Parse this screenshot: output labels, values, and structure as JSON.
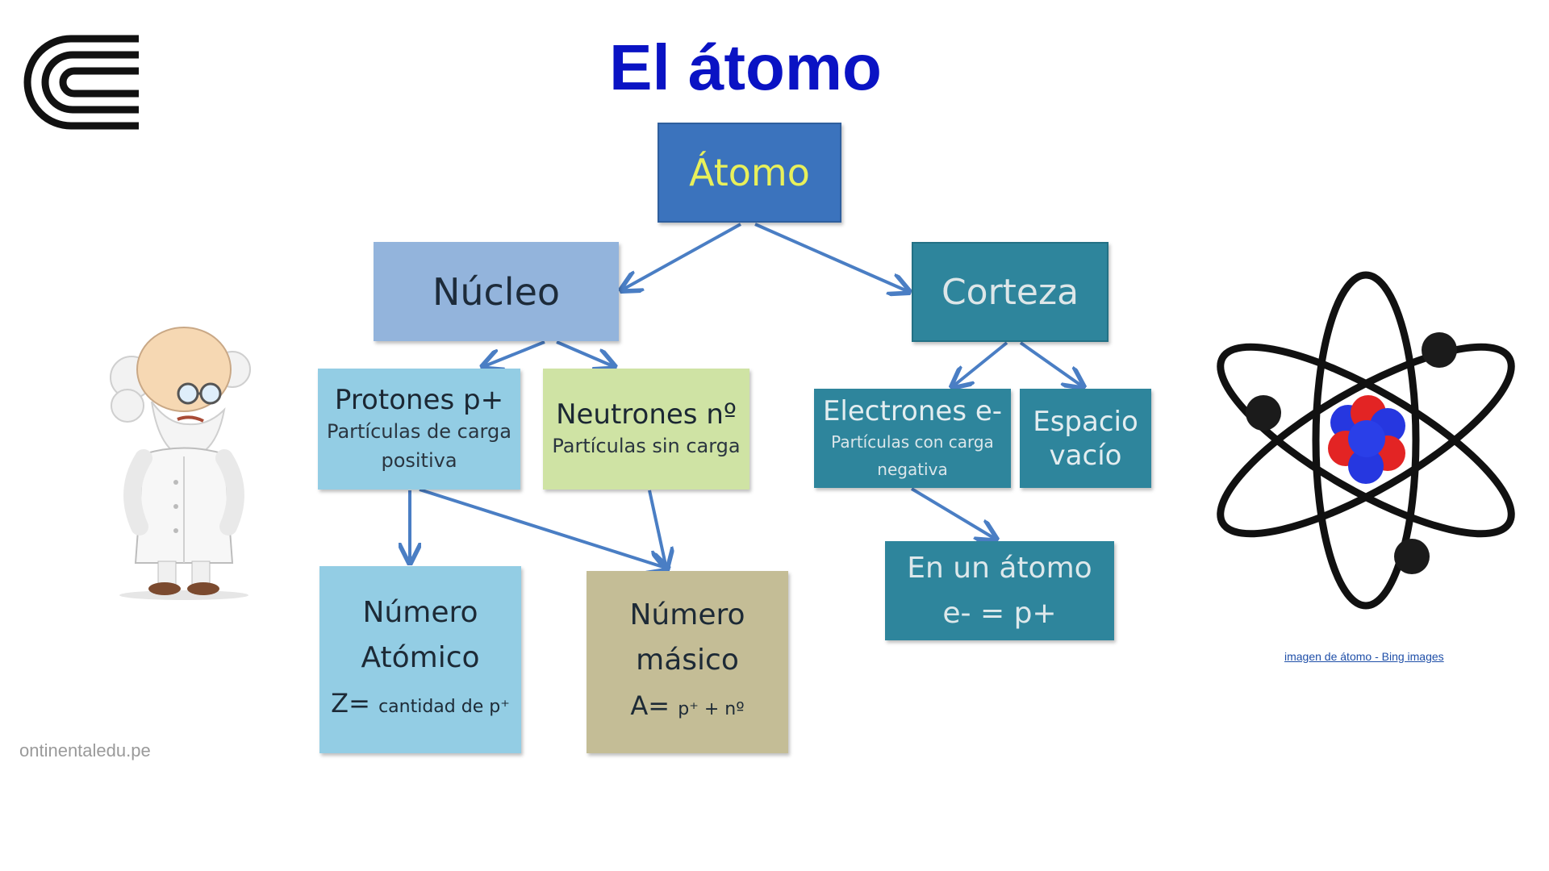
{
  "slide": {
    "title": "El átomo",
    "logo_icon": "continental-logo-icon",
    "scientist_icon": "scientist-cartoon-icon",
    "atom_icon": "atom-model-icon",
    "watermark": "ontinentaledu.pe",
    "image_link": "imagen de átomo - Bing images"
  },
  "diagram": {
    "atomo": "Átomo",
    "nucleo": "Núcleo",
    "corteza": "Corteza",
    "protones": {
      "title": "Protones p+",
      "sub1": "Partículas de carga",
      "sub2": "positiva"
    },
    "neutrones": {
      "title": "Neutrones nº",
      "sub": "Partículas sin carga"
    },
    "electrones": {
      "title": "Electrones e-",
      "sub1": "Partículas con carga",
      "sub2": "negativa"
    },
    "espacio": {
      "line1": "Espacio",
      "line2": "vacío"
    },
    "en_un_atomo": {
      "line1": "En un átomo",
      "line2": "e- = p+"
    },
    "numero_atomico": {
      "line1": "Número",
      "line2": "Atómico",
      "formula_main": "Z=",
      "formula_rest": "cantidad de p⁺"
    },
    "numero_masico": {
      "line1": "Número",
      "line2": "másico",
      "formula_main": "A=",
      "formula_rest": "p⁺ + nº"
    }
  },
  "colors": {
    "title": "#0a13c4",
    "atomo_box": "#3b73bd",
    "nucleo_box": "#93b4dc",
    "corteza_box": "#2e859c",
    "protones_box": "#93cde4",
    "neutrones_box": "#cfe3a4",
    "masico_box": "#c4bd96",
    "arrow": "#4a7ec4"
  }
}
